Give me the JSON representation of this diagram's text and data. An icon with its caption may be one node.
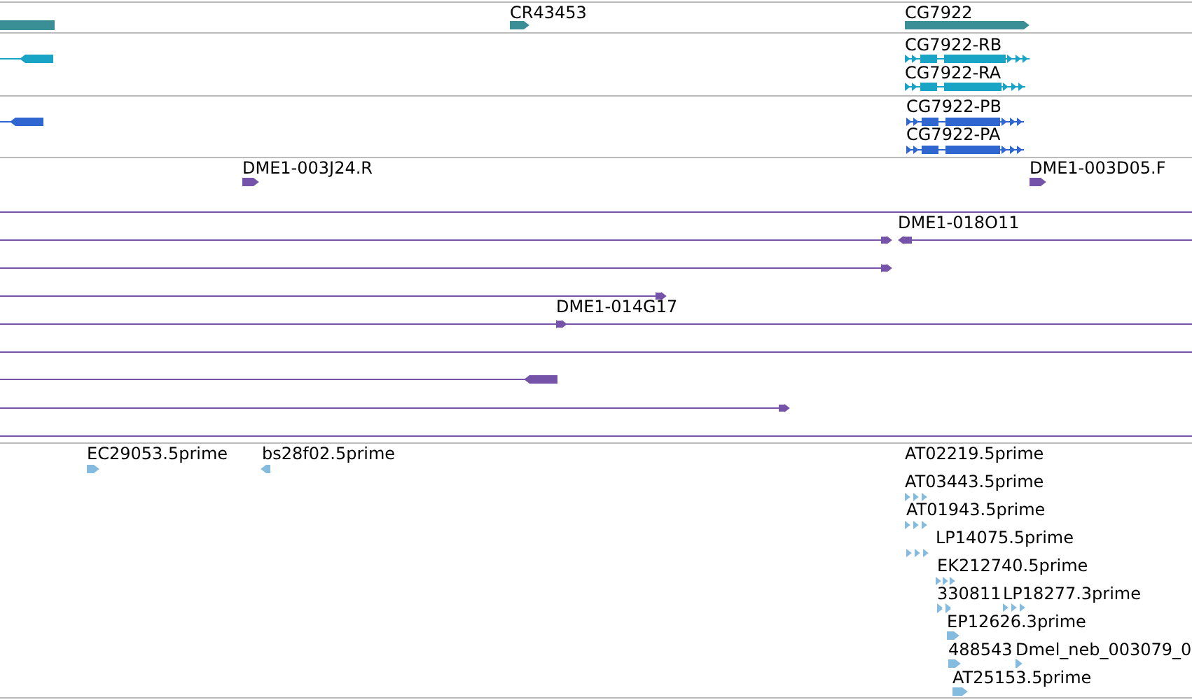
{
  "diagram": {
    "labels": [
      "CR43453",
      "CG7922",
      "CG7922-RB",
      "CG7922-RA",
      "CG7922-PB",
      "CG7922-PA",
      "DME1-003J24.R",
      "DME1-003D05.F",
      "DME1-018O11",
      "DME1-014G17",
      "EC29053.5prime",
      "bs28f02.5prime",
      "AT02219.5prime",
      "AT03443.5prime",
      "AT01943.5prime",
      "LP14075.5prime",
      "EK212740.5prime",
      "330811",
      "LP18277.3prime",
      "EP12626.3prime",
      "488543",
      "Dmel_neb_003079_0",
      "AT25153.5prime"
    ]
  }
}
